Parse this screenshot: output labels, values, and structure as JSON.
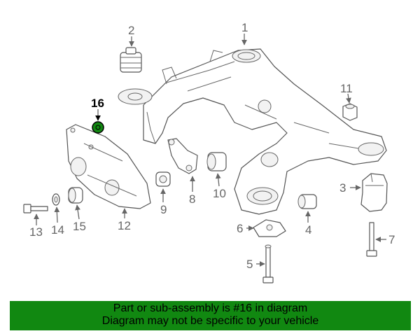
{
  "callouts": {
    "c1": "1",
    "c2": "2",
    "c3": "3",
    "c4": "4",
    "c5": "5",
    "c6": "6",
    "c7": "7",
    "c8": "8",
    "c9": "9",
    "c10": "10",
    "c11": "11",
    "c12": "12",
    "c13": "13",
    "c14": "14",
    "c15": "15",
    "c16": "16"
  },
  "highlight": {
    "callout": "16",
    "color": "#118811"
  },
  "banner": {
    "line1": "Part or sub-assembly is #16 in diagram",
    "line2": "Diagram may not be specific to your vehicle",
    "background": "#118811"
  }
}
